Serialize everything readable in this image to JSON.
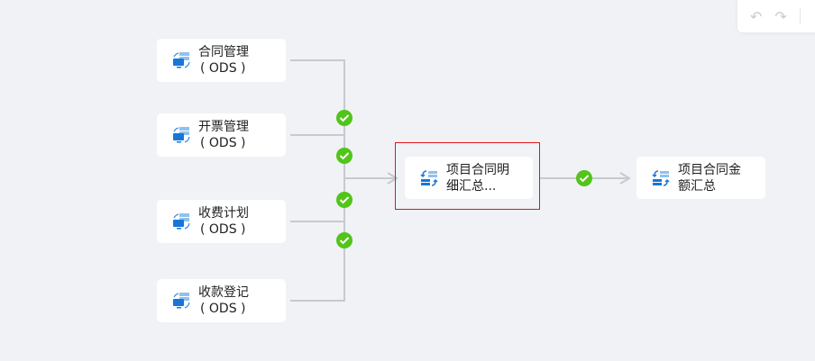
{
  "toolbar": {
    "undo_icon": "undo-icon",
    "redo_icon": "redo-icon"
  },
  "source_nodes": [
    {
      "title": "合同管理",
      "subtitle": "( ODS )"
    },
    {
      "title": "开票管理",
      "subtitle": "( ODS )"
    },
    {
      "title": "收费计划",
      "subtitle": "( ODS )"
    },
    {
      "title": "收款登记",
      "subtitle": "( ODS )"
    }
  ],
  "middle_node": {
    "title_line1": "项目合同明",
    "title_line2": "细汇总..."
  },
  "target_node": {
    "title_line1": "项目合同金",
    "title_line2": "额汇总"
  },
  "colors": {
    "check": "#52c41a",
    "line": "#c5cad1",
    "selected_border": "#e0161b",
    "icon_blue": "#1677d9"
  }
}
